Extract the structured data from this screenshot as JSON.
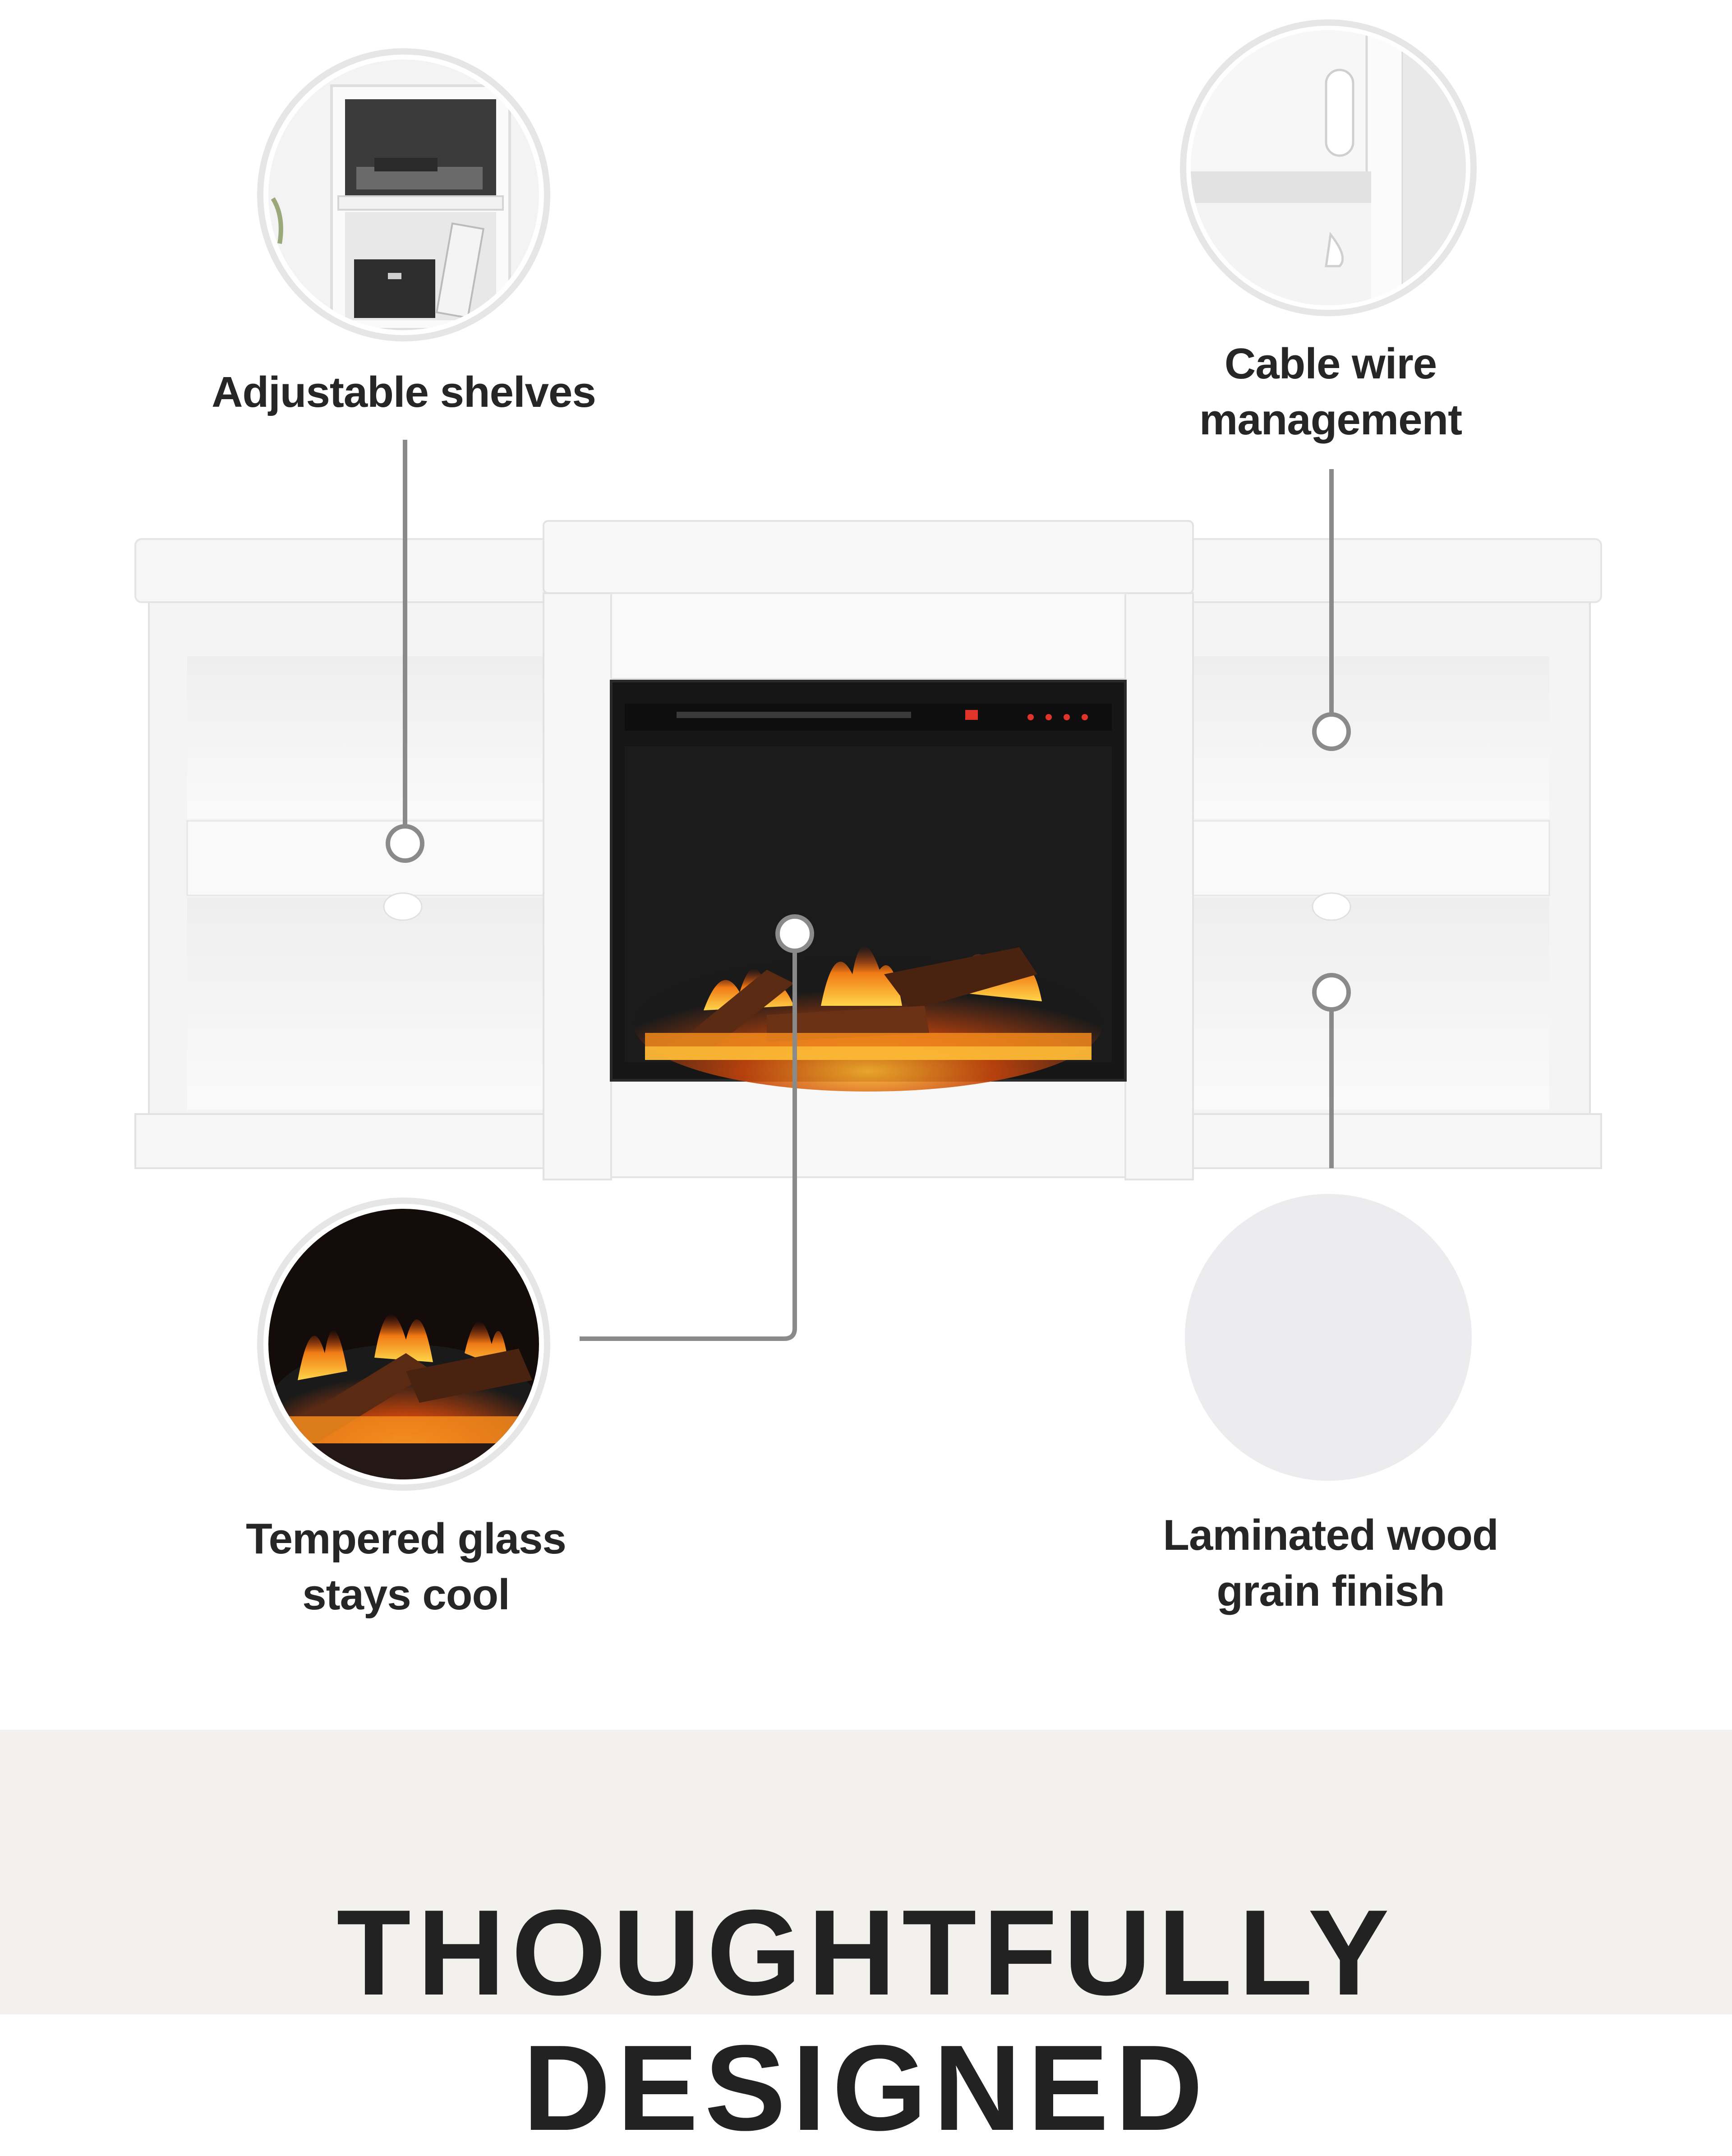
{
  "features": {
    "adjustable_shelves": "Adjustable shelves",
    "cable_wire_line1": "Cable wire",
    "cable_wire_line2": "management",
    "tempered_glass_line1": "Tempered glass",
    "tempered_glass_line2": "stays cool",
    "laminated_line1": "Laminated wood",
    "laminated_line2": "grain finish"
  },
  "footer": {
    "title": "THOUGHTFULLY DESIGNED"
  },
  "colors": {
    "cabinet_white": "#f7f7f7",
    "fire_orange": "#f08a1c",
    "firebox_black": "#161616",
    "callout_line": "#8a8a8a",
    "footer_band": "#f2f1ee",
    "text": "#262626"
  }
}
